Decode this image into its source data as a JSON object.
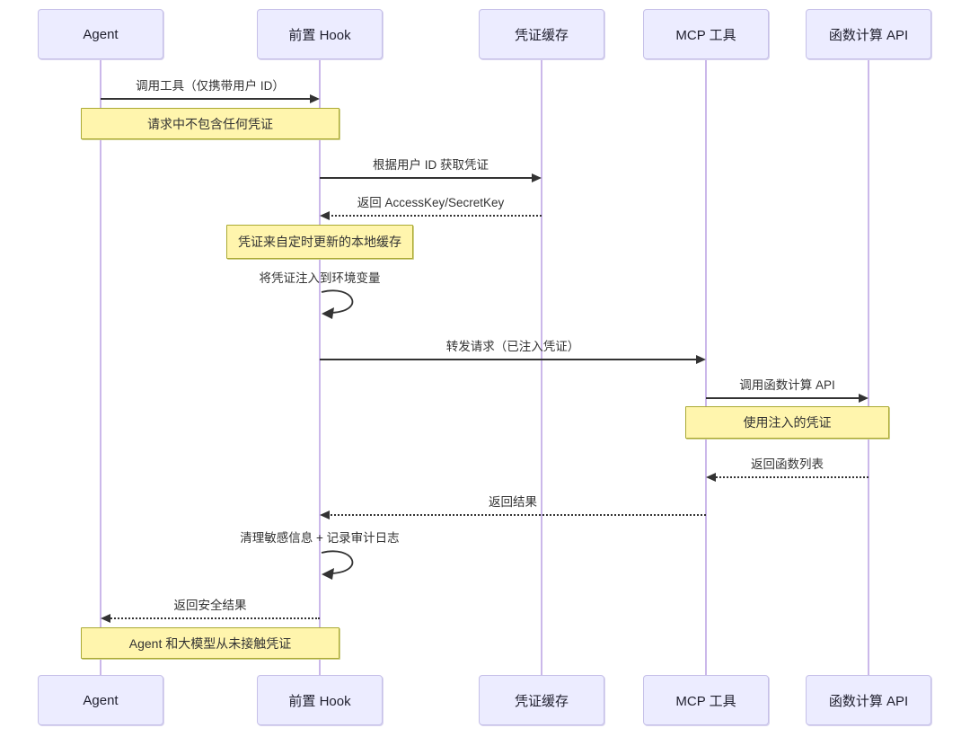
{
  "diagram": {
    "type": "sequence-diagram",
    "participants": [
      {
        "id": "agent",
        "label": "Agent"
      },
      {
        "id": "pre-hook",
        "label": "前置 Hook"
      },
      {
        "id": "credential-cache",
        "label": "凭证缓存"
      },
      {
        "id": "mcp-tool",
        "label": "MCP 工具"
      },
      {
        "id": "fc-api",
        "label": "函数计算 API"
      }
    ],
    "messages": [
      {
        "from": "Agent",
        "to": "前置 Hook",
        "style": "solid",
        "label": "调用工具（仅携带用户 ID）"
      },
      {
        "from": "前置 Hook",
        "to": "凭证缓存",
        "style": "solid",
        "label": "根据用户 ID 获取凭证"
      },
      {
        "from": "凭证缓存",
        "to": "前置 Hook",
        "style": "dashed",
        "label": "返回 AccessKey/SecretKey"
      },
      {
        "from": "前置 Hook",
        "to": "前置 Hook",
        "style": "self",
        "label": "将凭证注入到环境变量"
      },
      {
        "from": "前置 Hook",
        "to": "MCP 工具",
        "style": "solid",
        "label": "转发请求（已注入凭证）"
      },
      {
        "from": "MCP 工具",
        "to": "函数计算 API",
        "style": "solid",
        "label": "调用函数计算 API"
      },
      {
        "from": "函数计算 API",
        "to": "MCP 工具",
        "style": "dashed",
        "label": "返回函数列表"
      },
      {
        "from": "MCP 工具",
        "to": "前置 Hook",
        "style": "dashed",
        "label": "返回结果"
      },
      {
        "from": "前置 Hook",
        "to": "前置 Hook",
        "style": "self",
        "label": "清理敏感信息 + 记录审计日志"
      },
      {
        "from": "前置 Hook",
        "to": "Agent",
        "style": "dashed",
        "label": "返回安全结果"
      }
    ],
    "notes": [
      {
        "over": "Agent,前置 Hook",
        "label": "请求中不包含任何凭证"
      },
      {
        "over": "前置 Hook",
        "label": "凭证来自定时更新的本地缓存"
      },
      {
        "over": "MCP 工具,函数计算 API",
        "label": "使用注入的凭证"
      },
      {
        "over": "Agent,前置 Hook",
        "label": "Agent 和大模型从未接触凭证"
      }
    ],
    "colors": {
      "participant_fill": "#ECECFF",
      "participant_border": "#C6C0E8",
      "lifeline": "#CBB8EA",
      "note_fill": "#FFF5AD",
      "note_border": "#AAAA33",
      "message": "#333333",
      "background": "#FFFFFF"
    }
  }
}
